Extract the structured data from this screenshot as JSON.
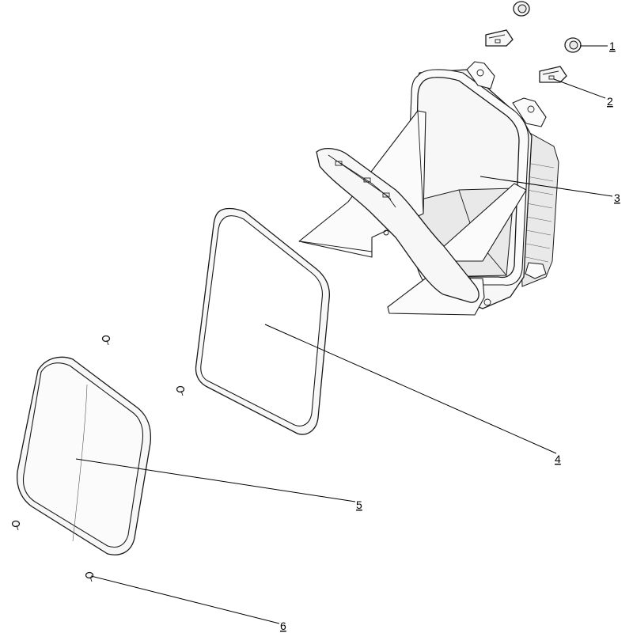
{
  "callouts": [
    {
      "id": "c1",
      "label": "1"
    },
    {
      "id": "c2",
      "label": "2"
    },
    {
      "id": "c3",
      "label": "3"
    },
    {
      "id": "c4a",
      "label": "4"
    },
    {
      "id": "c5",
      "label": "5"
    },
    {
      "id": "c6",
      "label": "6"
    }
  ]
}
